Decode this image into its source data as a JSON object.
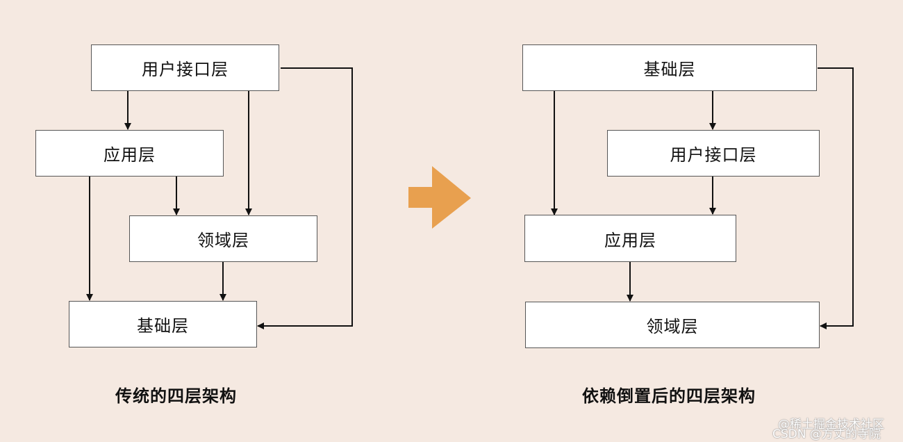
{
  "left_diagram": {
    "caption": "传统的四层架构",
    "layers": {
      "ui": "用户接口层",
      "app": "应用层",
      "domain": "领域层",
      "infra": "基础层"
    }
  },
  "right_diagram": {
    "caption": "依赖倒置后的四层架构",
    "layers": {
      "infra": "基础层",
      "ui": "用户接口层",
      "app": "应用层",
      "domain": "领域层"
    }
  },
  "colors": {
    "background": "#f5e9e1",
    "transition_arrow": "#e8a04f",
    "line": "#111111"
  },
  "watermark": {
    "line1": "@稀土掘金技术社区",
    "line2": "CSDN @方丈的寺院"
  }
}
